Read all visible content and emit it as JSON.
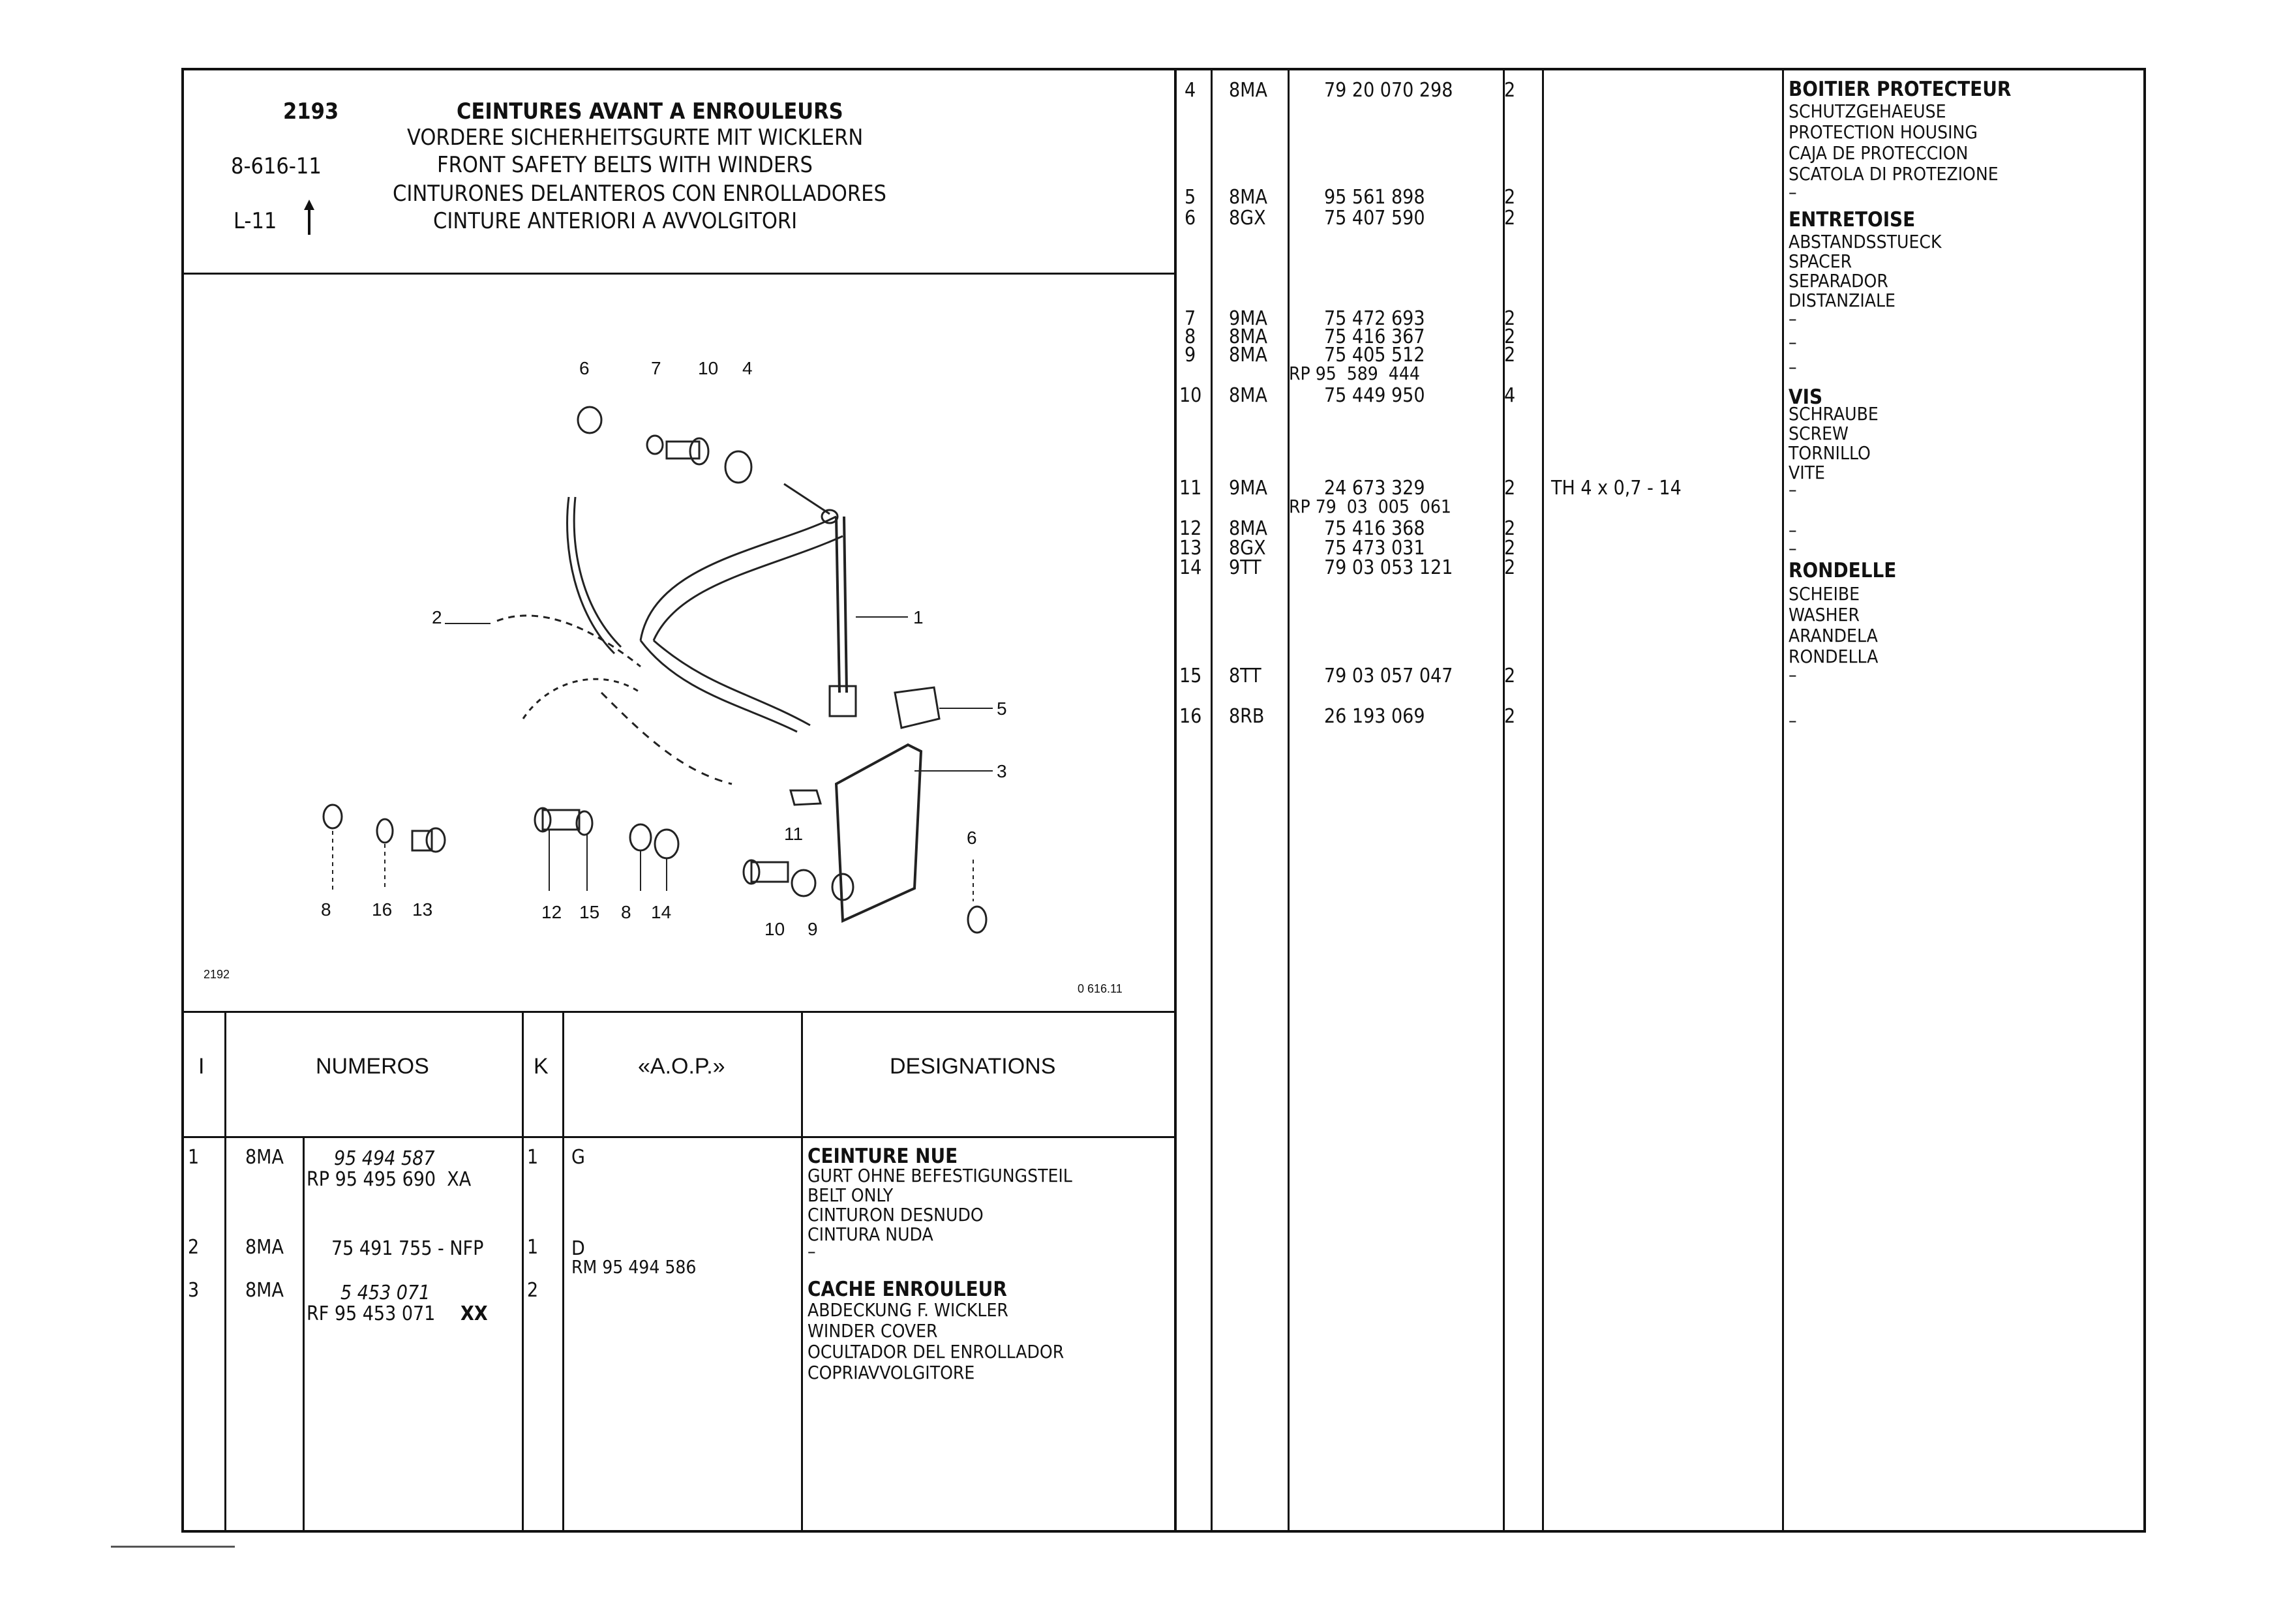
{
  "header": {
    "plate": "2193",
    "code": "8-616-11",
    "ref": "L-11",
    "title_fr": "CEINTURES AVANT A ENROULEURS",
    "title_de": "VORDERE SICHERHEITSGURTE MIT WICKLERN",
    "title_en": "FRONT SAFETY BELTS WITH WINDERS",
    "title_es": "CINTURONES DELANTEROS CON ENROLLADORES",
    "title_it": "CINTURE ANTERIORI A AVVOLGITORI"
  },
  "drawing": {
    "corner_left": "2192",
    "corner_right": "0 616.11",
    "callouts": [
      "1",
      "2",
      "3",
      "4",
      "5",
      "6",
      "7",
      "8",
      "9",
      "10",
      "11",
      "12",
      "13",
      "14",
      "15",
      "16"
    ]
  },
  "left_table": {
    "headers": {
      "i": "I",
      "numeros": "NUMEROS",
      "k": "K",
      "aop": "«A.O.P.»",
      "designations": "DESIGNATIONS"
    },
    "rows": [
      {
        "i": "1",
        "grp": "8MA",
        "num": "95 494 587",
        "num2": "RP 95 495 690  XA",
        "k": "1",
        "aop": "G",
        "aop2": "",
        "d_title": "CEINTURE NUE",
        "d_lines": [
          "GURT OHNE BEFESTIGUNGSTEIL",
          "BELT ONLY",
          "CINTURON DESNUDO",
          "CINTURA NUDA"
        ]
      },
      {
        "i": "2",
        "grp": "8MA",
        "num": "75 491 755 - NFP",
        "num2": "",
        "k": "1",
        "aop": "D",
        "aop2": "RM 95 494 586",
        "d_title": "",
        "d_lines": [
          "–"
        ]
      },
      {
        "i": "3",
        "grp": "8MA",
        "num": "5 453 071",
        "num2": "RF 95 453 071",
        "num2b": "XX",
        "k": "2",
        "aop": "",
        "aop2": "",
        "d_title": "CACHE ENROULEUR",
        "d_lines": [
          "ABDECKUNG F. WICKLER",
          "WINDER COVER",
          "OCULTADOR DEL ENROLLADOR",
          "COPRIAVVOLGITORE"
        ]
      }
    ]
  },
  "right_table": {
    "rows": [
      {
        "i": "4",
        "grp": "8MA",
        "num": "79 20 070 298",
        "k": "2",
        "aop": ""
      },
      {
        "i": "5",
        "grp": "8MA",
        "num": "95 561 898",
        "k": "2",
        "aop": ""
      },
      {
        "i": "6",
        "grp": "8GX",
        "num": "75 407 590",
        "k": "2",
        "aop": ""
      },
      {
        "i": "7",
        "grp": "9MA",
        "num": "75 472 693",
        "k": "2",
        "aop": ""
      },
      {
        "i": "8",
        "grp": "8MA",
        "num": "75 416 367",
        "k": "2",
        "aop": ""
      },
      {
        "i": "9",
        "grp": "8MA",
        "num": "75 405 512",
        "k": "2",
        "aop": ""
      },
      {
        "i": "",
        "grp": "",
        "num": "RP 95  589  444",
        "k": "",
        "aop": ""
      },
      {
        "i": "10",
        "grp": "8MA",
        "num": "75 449 950",
        "k": "4",
        "aop": ""
      },
      {
        "i": "11",
        "grp": "9MA",
        "num": "24 673 329",
        "k": "2",
        "aop": "TH 4 x 0,7 - 14"
      },
      {
        "i": "",
        "grp": "",
        "num": "RP 79  03  005  061",
        "k": "",
        "aop": ""
      },
      {
        "i": "12",
        "grp": "8MA",
        "num": "75 416 368",
        "k": "2",
        "aop": ""
      },
      {
        "i": "13",
        "grp": "8GX",
        "num": "75 473 031",
        "k": "2",
        "aop": ""
      },
      {
        "i": "14",
        "grp": "9TT",
        "num": "79 03 053 121",
        "k": "2",
        "aop": ""
      },
      {
        "i": "15",
        "grp": "8TT",
        "num": "79 03 057 047",
        "k": "2",
        "aop": ""
      },
      {
        "i": "16",
        "grp": "8RB",
        "num": "26 193 069",
        "k": "2",
        "aop": ""
      }
    ],
    "designations": [
      {
        "title": "BOITIER PROTECTEUR",
        "lines": [
          "SCHUTZGEHAEUSE",
          "PROTECTION HOUSING",
          "CAJA DE PROTECCION",
          "SCATOLA DI PROTEZIONE",
          "–"
        ]
      },
      {
        "title": "ENTRETOISE",
        "lines": [
          "ABSTANDSSTUECK",
          "SPACER",
          "SEPARADOR",
          "DISTANZIALE",
          "–"
        ]
      },
      {
        "title": "",
        "lines": [
          "–"
        ]
      },
      {
        "title": "",
        "lines": [
          "–"
        ]
      },
      {
        "title": "VIS",
        "lines": [
          "SCHRAUBE",
          "SCREW",
          "TORNILLO",
          "VITE",
          "–"
        ]
      },
      {
        "title": "",
        "lines": [
          "–"
        ]
      },
      {
        "title": "",
        "lines": [
          "–"
        ]
      },
      {
        "title": "RONDELLE",
        "lines": [
          "SCHEIBE",
          "WASHER",
          "ARANDELA",
          "RONDELLA",
          "–"
        ]
      },
      {
        "title": "",
        "lines": [
          "–"
        ]
      }
    ]
  }
}
